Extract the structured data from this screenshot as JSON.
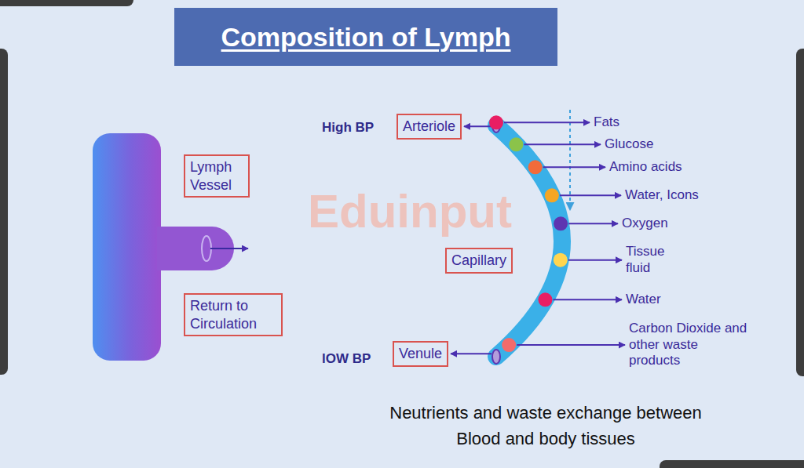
{
  "diagram": {
    "title": "Composition of Lymph",
    "caption": "Neutrients and waste exchange between Blood and body tissues",
    "nodes": [
      {
        "text": [
          "Lymph Vessel"
        ]
      },
      {
        "text": [
          "Return to Circulation"
        ]
      },
      {
        "text": [
          "Arteriole"
        ]
      },
      {
        "text": [
          "Capillary"
        ]
      },
      {
        "text": [
          "Venule"
        ]
      }
    ],
    "labels": [
      "Eduinput",
      "High BP",
      "lOW BP",
      "Fats",
      "Glucose",
      "Amino acids",
      "Water, Icons",
      "Oxygen",
      "Tissue fluid",
      "Water",
      "Carbon Dioxide and other waste products"
    ]
  }
}
